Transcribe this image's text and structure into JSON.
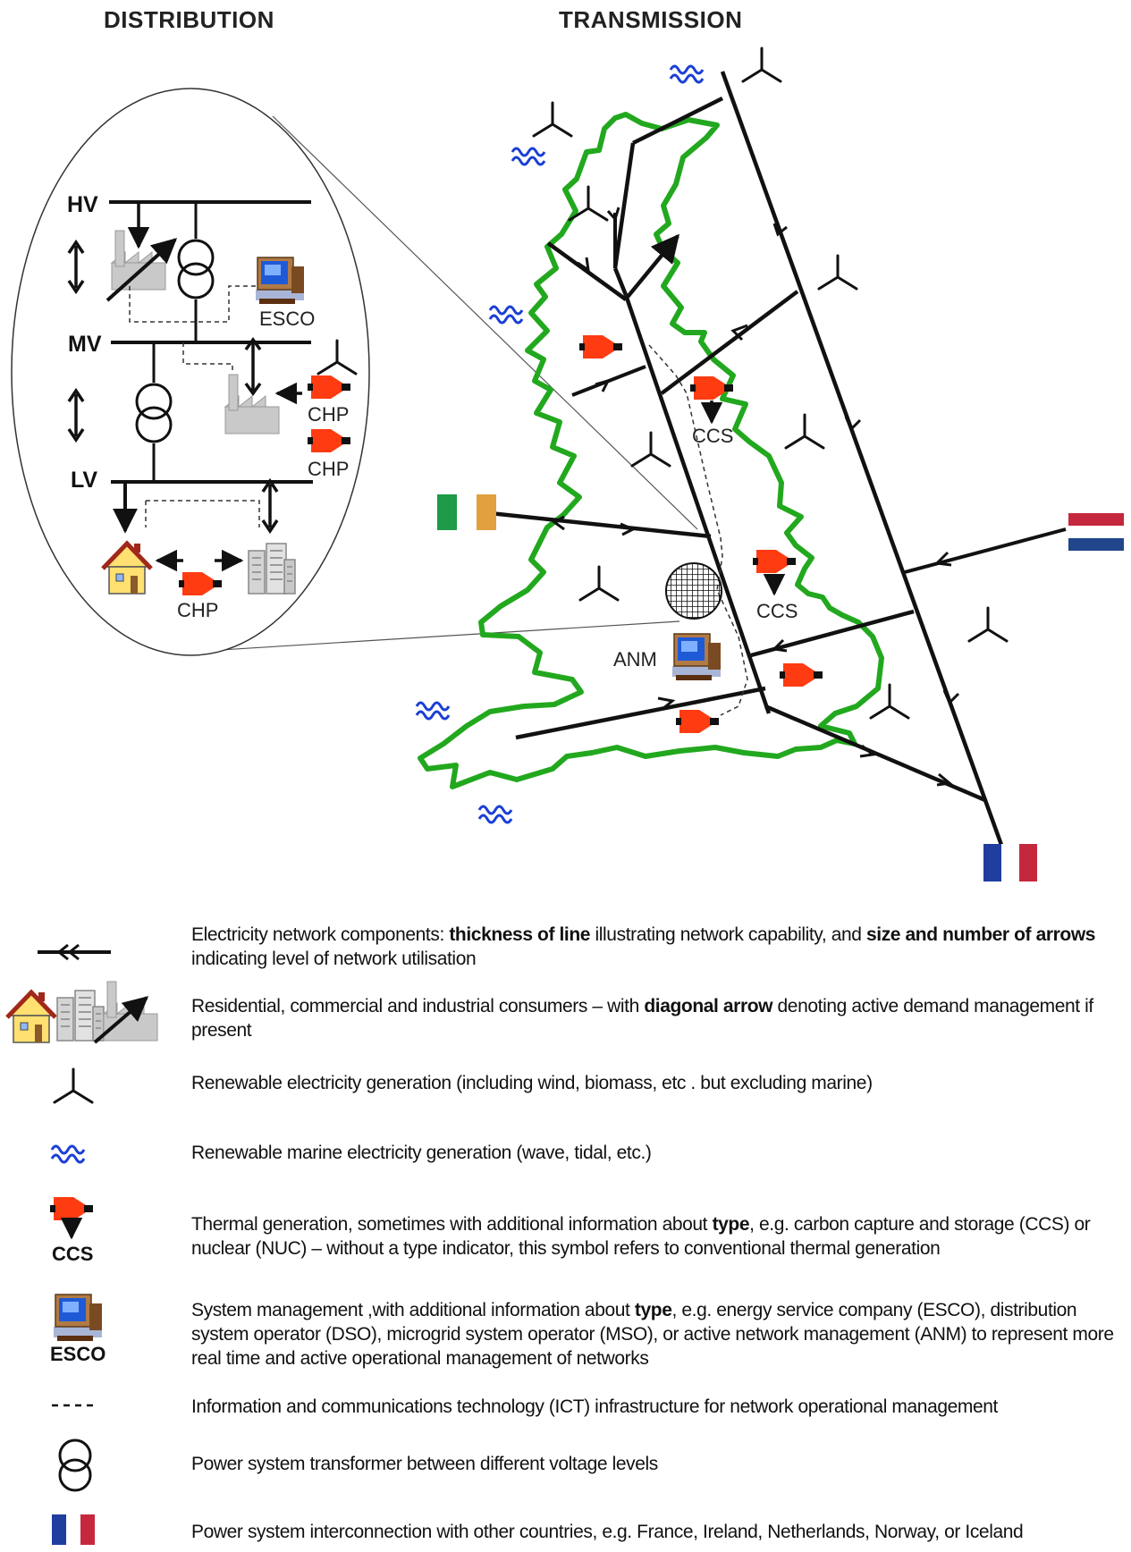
{
  "headings": {
    "distribution": "DISTRIBUTION",
    "transmission": "TRANSMISSION"
  },
  "voltage_levels": {
    "hv": "HV",
    "mv": "MV",
    "lv": "LV"
  },
  "labels": {
    "esco": "ESCO",
    "chp": "CHP",
    "ccs": "CCS",
    "anm": "ANM"
  },
  "legend": {
    "network": {
      "p1": "Electricity network components: ",
      "b1": "thickness of line",
      "p2": " illustrating network capability, and ",
      "b2": "size and number of arrows",
      "p3": " indicating level of network utilisation"
    },
    "consumers": {
      "p1": "Residential, commercial and industrial consumers – with ",
      "b1": "diagonal arrow",
      "p2": " denoting active demand management  if present"
    },
    "renewable": "Renewable electricity generation (including wind, biomass,  etc . but excluding marine)",
    "marine": "Renewable marine electricity generation (wave, tidal, etc.)",
    "thermal": {
      "p1": "Thermal generation, sometimes with additional information about ",
      "b1": "type",
      "p2": ", e.g. carbon capture and storage (CCS) or nuclear (NUC) – without a type indicator, this symbol refers to conventional thermal generation",
      "icon_label": "CCS"
    },
    "system_mgmt": {
      "p1": "System management ,with additional information about ",
      "b1": "type",
      "p2": ", e.g. energy service company (ESCO), distribution system operator (DSO), microgrid system  operator (MSO), or active network management (ANM) to represent more real time and active operational management of networks",
      "icon_label": "ESCO"
    },
    "ict": "Information and communications technology (ICT) infrastructure for network operational management",
    "transformer": "Power system transformer between different voltage levels",
    "interconnection": "Power system interconnection with other countries, e.g. France, Ireland, Netherlands, Norway, or Iceland"
  },
  "colors": {
    "coastline": "#22a81e",
    "marine": "#1a3fd6",
    "thermal": "#ff3b12",
    "ireland_green": "#1e9a48",
    "ireland_orange": "#e0a13e",
    "flag_red": "#c5283d",
    "flag_blue": "#21468b",
    "france_blue": "#1f3e9e"
  }
}
